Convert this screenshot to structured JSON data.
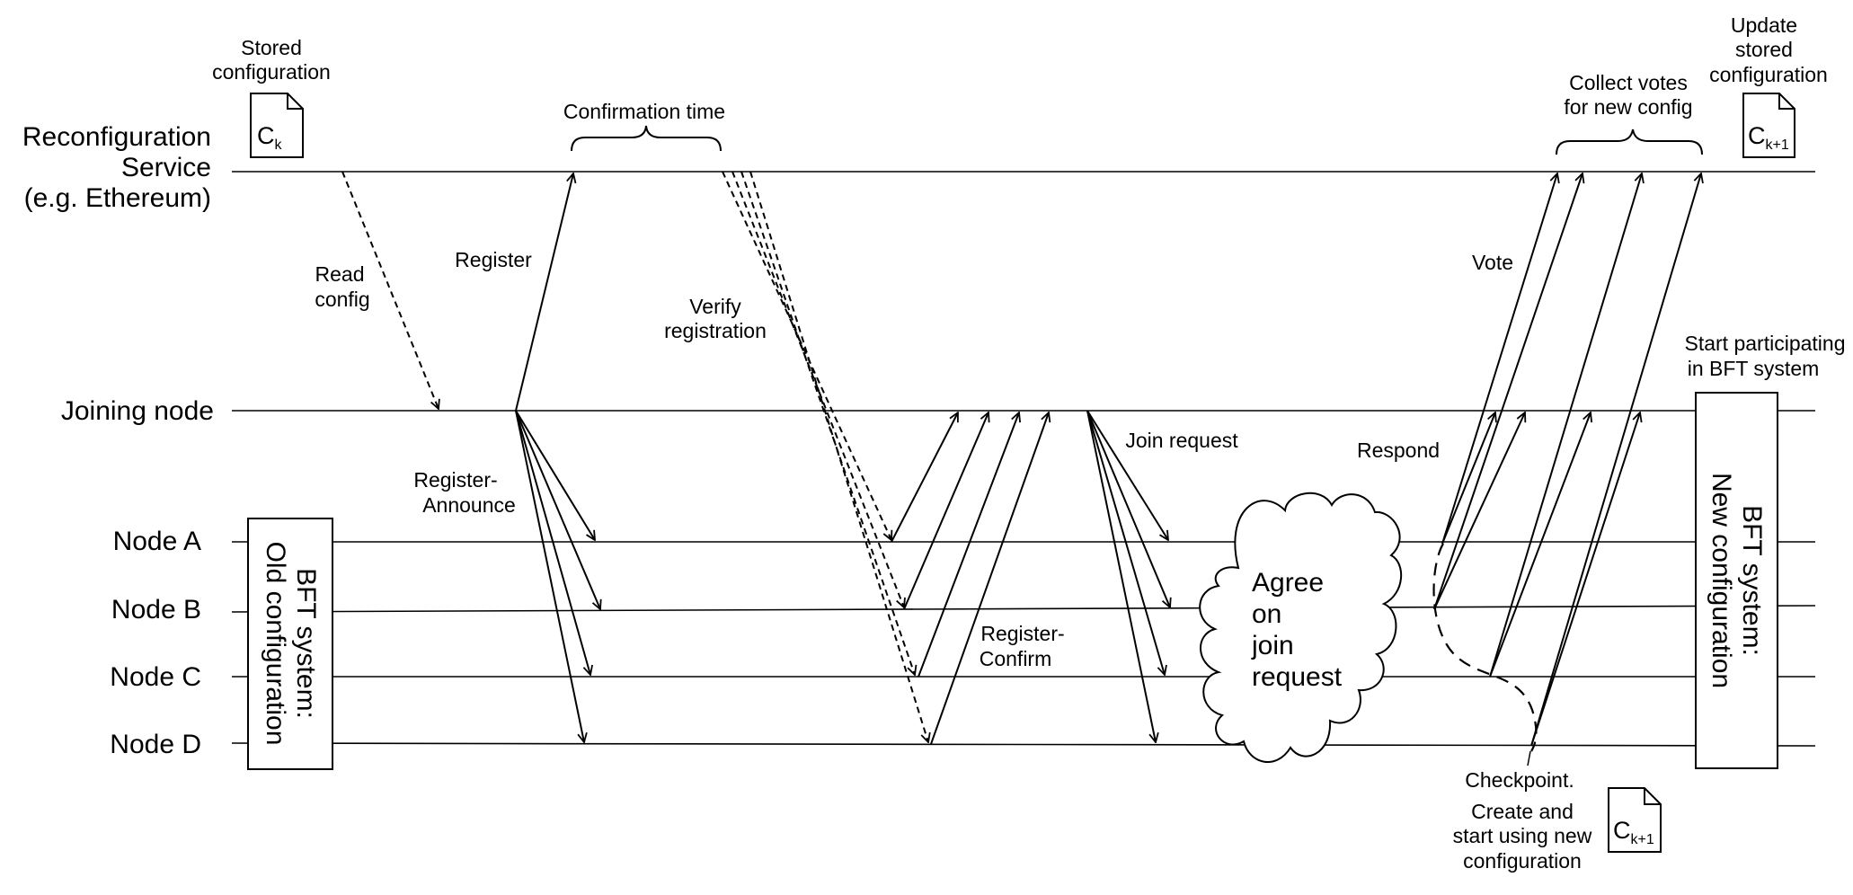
{
  "lanes": {
    "reconfig_line1": "Reconfiguration",
    "reconfig_line2": "Service",
    "reconfig_line3": "(e.g. Ethereum)",
    "joining": "Joining node",
    "node_a": "Node A",
    "node_b": "Node B",
    "node_c": "Node C",
    "node_d": "Node D"
  },
  "labels": {
    "stored_config_1": "Stored",
    "stored_config_2": "configuration",
    "update_stored_1": "Update",
    "update_stored_2": "stored",
    "update_stored_3": "configuration",
    "confirmation_time": "Confirmation time",
    "collect_votes_1": "Collect votes",
    "collect_votes_2": "for new config",
    "read_config_1": "Read",
    "read_config_2": "config",
    "register": "Register",
    "verify_1": "Verify",
    "verify_2": "registration",
    "vote": "Vote",
    "start_participating_1": "Start participating",
    "start_participating_2": "in BFT system",
    "register_announce_1": "Register-",
    "register_announce_2": "Announce",
    "join_request": "Join request",
    "respond": "Respond",
    "register_confirm_1": "Register-",
    "register_confirm_2": "Confirm",
    "agree_1": "Agree",
    "agree_2": "on",
    "agree_3": "join",
    "agree_4": "request",
    "checkpoint_1": "Checkpoint.",
    "checkpoint_2": "Create and",
    "checkpoint_3": "start using new",
    "checkpoint_4": "configuration"
  },
  "docs": {
    "ck_base": "C",
    "ck_sub": "k",
    "ck1_base": "C",
    "ck1_sub": "k+1"
  },
  "boxes": {
    "old_1": "BFT system:",
    "old_2": "Old configuration",
    "new_1": "BFT system:",
    "new_2": "New configuration"
  }
}
